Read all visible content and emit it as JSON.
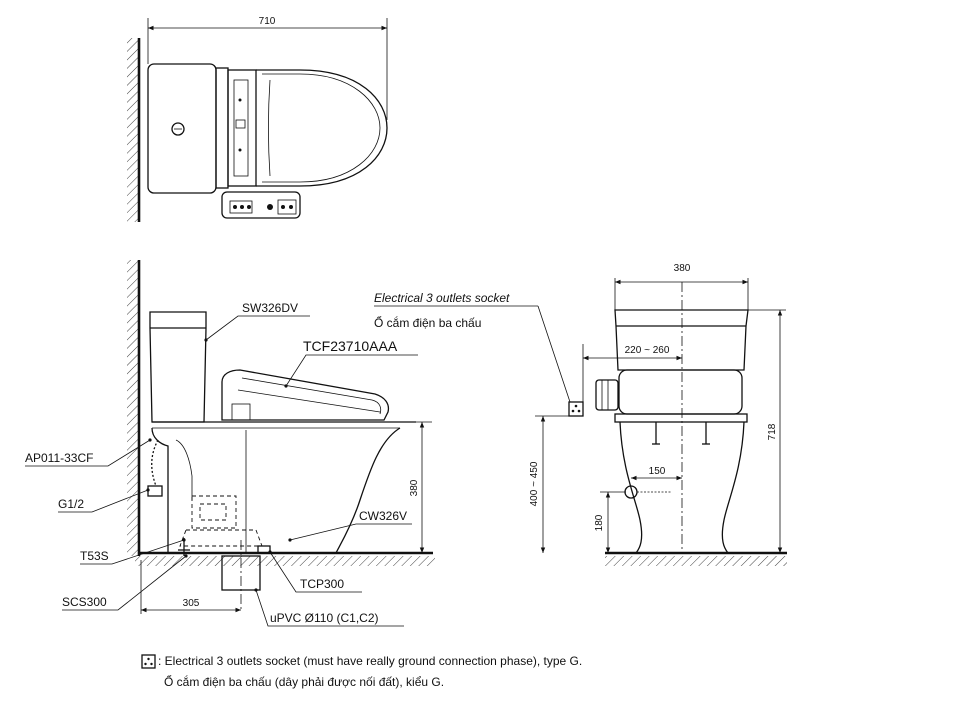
{
  "top_view": {
    "width_dim": "710"
  },
  "side_view": {
    "labels": {
      "tank": "SW326DV",
      "seat": "TCF23710AAA",
      "valve": "AP011-33CF",
      "thread": "G1/2",
      "bolt": "T53S",
      "seal": "SCS300",
      "bowl": "CW326V",
      "flange": "TCP300",
      "pipe": "uPVC Ø110 (C1,C2)"
    },
    "dims": {
      "height": "380",
      "rough_in": "305"
    }
  },
  "front_view": {
    "socket_label_en": "Electrical 3 outlets socket",
    "socket_label_vi": "Ổ cắm điện ba chấu",
    "dims": {
      "width": "380",
      "socket_offset": "220 ~ 260",
      "socket_height": "400 ~ 450",
      "total_height": "718",
      "inlet_offset": "150",
      "inlet_height": "180"
    }
  },
  "legend": {
    "line1": ": Electrical 3 outlets socket (must have really ground connection phase), type G.",
    "line2": "Ổ cắm điện ba chấu (dây phải được nối đất), kiểu G.",
    "icon": "socket-icon"
  }
}
